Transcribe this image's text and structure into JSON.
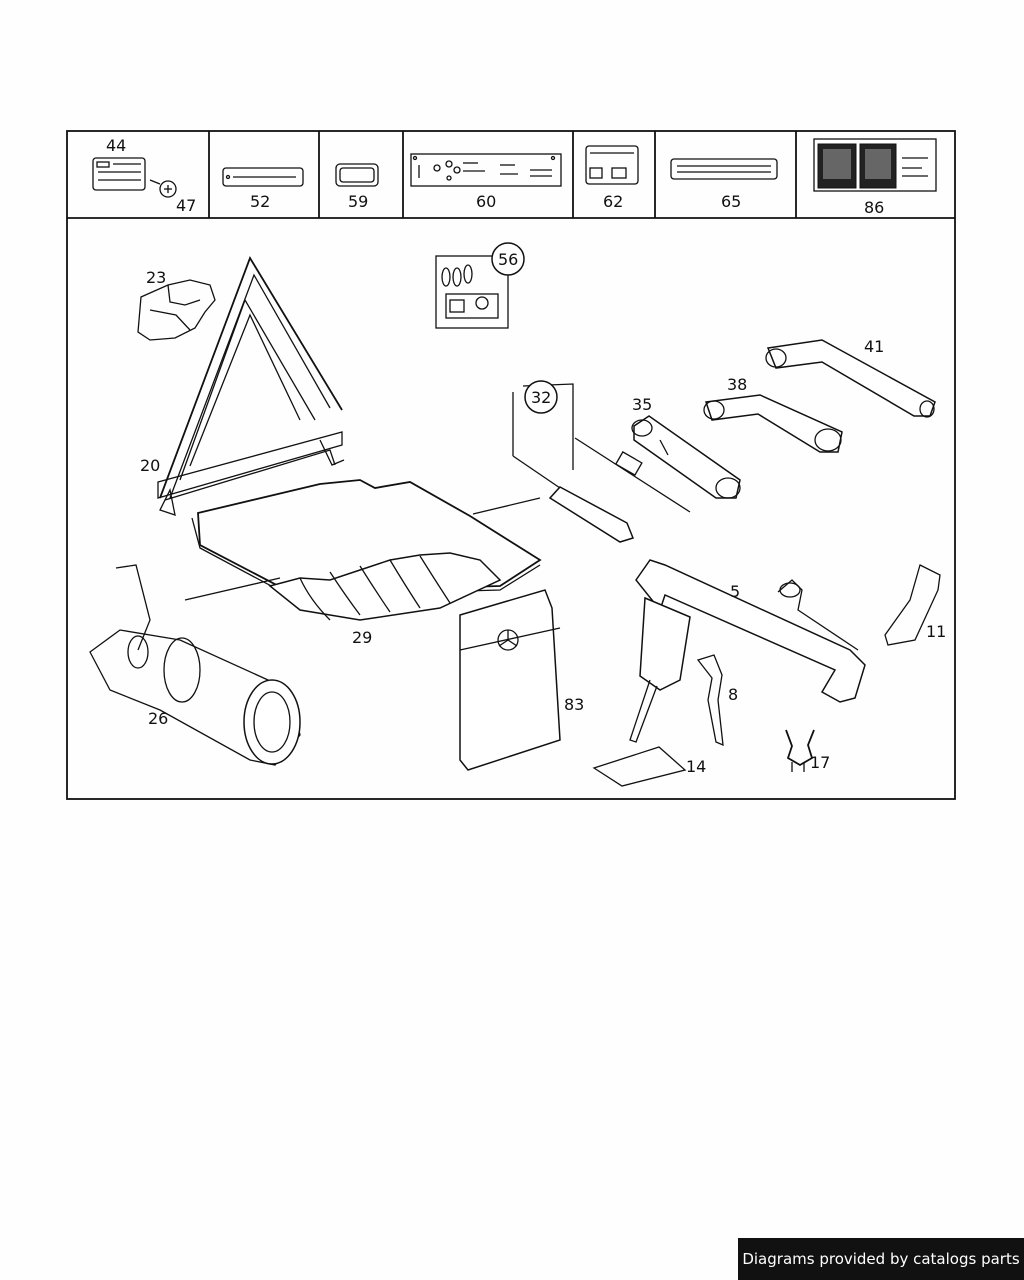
{
  "parts": {
    "p44": "44",
    "p47": "47",
    "p52": "52",
    "p59": "59",
    "p60": "60",
    "p62": "62",
    "p65": "65",
    "p86": "86",
    "p56": "56",
    "p23": "23",
    "p41": "41",
    "p38": "38",
    "p35": "35",
    "p32": "32",
    "p20": "20",
    "p29": "29",
    "p5": "5",
    "p11": "11",
    "p26": "26",
    "p83": "83",
    "p8": "8",
    "p14": "14",
    "p17": "17"
  },
  "footer": {
    "credit": "Diagrams provided by catalogs parts"
  }
}
